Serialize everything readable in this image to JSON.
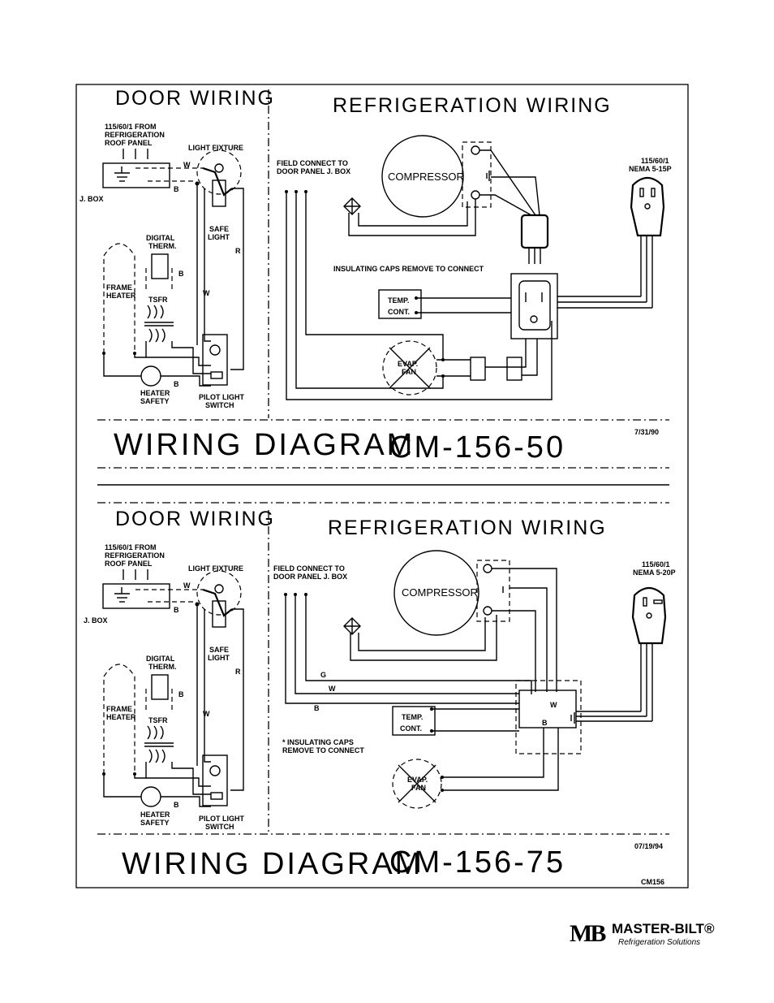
{
  "diagram_top": {
    "door_title": "DOOR WIRING",
    "refrig_title": "REFRIGERATION WIRING",
    "supply_line1": "115/60/1 FROM",
    "supply_line2": "REFRIGERATION",
    "supply_line3": "ROOF PANEL",
    "jbox": "J. BOX",
    "light_fixture": "LIGHT FIXTURE",
    "safe1": "SAFE",
    "safe2": "LIGHT",
    "digital1": "DIGITAL",
    "digital2": "THERM.",
    "frame1": "FRAME",
    "frame2": "HEATER",
    "tsfr": "TSFR",
    "heater1": "HEATER",
    "heater2": "SAFETY",
    "pilot1": "PILOT LIGHT",
    "pilot2": "SWITCH",
    "w": "W",
    "b": "B",
    "r": "R",
    "field1": "FIELD CONNECT TO",
    "field2": "DOOR PANEL J. BOX",
    "compressor": "COMPRESSOR",
    "insulating": "INSULATING CAPS REMOVE TO CONNECT",
    "temp1": "TEMP.",
    "temp2": "CONT.",
    "evap1": "EVAP.",
    "evap2": "FAN",
    "plug1": "115/60/1",
    "plug2": "NEMA 5-15P",
    "title": "WIRING DIAGRAM",
    "model": "CM-156-50",
    "date": "7/31/90"
  },
  "diagram_bottom": {
    "door_title": "DOOR WIRING",
    "refrig_title": "REFRIGERATION WIRING",
    "supply_line1": "115/60/1 FROM",
    "supply_line2": "REFRIGERATION",
    "supply_line3": "ROOF PANEL",
    "jbox": "J. BOX",
    "light_fixture": "LIGHT FIXTURE",
    "safe1": "SAFE",
    "safe2": "LIGHT",
    "digital1": "DIGITAL",
    "digital2": "THERM.",
    "frame1": "FRAME",
    "frame2": "HEATER",
    "tsfr": "TSFR",
    "heater1": "HEATER",
    "heater2": "SAFETY",
    "pilot1": "PILOT LIGHT",
    "pilot2": "SWITCH",
    "w": "W",
    "b": "B",
    "r": "R",
    "g": "G",
    "field1": "FIELD CONNECT TO",
    "field2": "DOOR PANEL J. BOX",
    "compressor": "COMPRESSOR",
    "insulating1": "* INSULATING CAPS",
    "insulating2": "REMOVE TO CONNECT",
    "temp1": "TEMP.",
    "temp2": "CONT.",
    "evap1": "EVAP.",
    "evap2": "FAN",
    "plug1": "115/60/1",
    "plug2": "NEMA 5-20P",
    "title": "WIRING DIAGRAM",
    "model": "CM-156-75",
    "date": "07/19/94",
    "sheet_id": "CM156"
  },
  "logo": {
    "mark": "MB",
    "brand": "MASTER-BILT®",
    "tagline": "Refrigeration Solutions"
  }
}
